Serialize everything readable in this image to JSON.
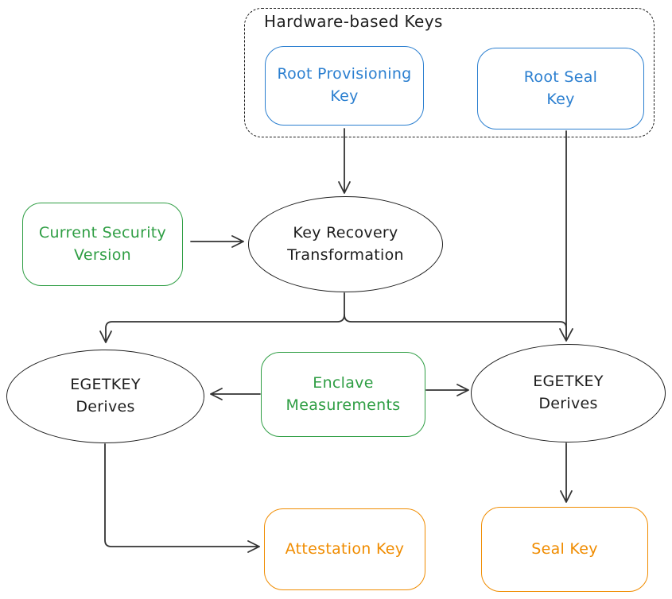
{
  "colors": {
    "blue": "#2b7fd0",
    "green": "#2f9e44",
    "orange": "#f08c00",
    "ink": "#1e1e1e",
    "arrow": "#333333",
    "background": "#ffffff"
  },
  "group": {
    "label": "Hardware-based Keys"
  },
  "nodes": {
    "root_provisioning_key": {
      "label": "Root Provisioning Key",
      "shape": "rounded-rect",
      "color": "blue"
    },
    "root_seal_key": {
      "label": "Root Seal Key",
      "shape": "rounded-rect",
      "color": "blue"
    },
    "current_security_version": {
      "label": "Current Security Version",
      "shape": "rounded-rect",
      "color": "green"
    },
    "key_recovery_transformation": {
      "label": "Key Recovery Transformation",
      "shape": "ellipse",
      "color": "ink"
    },
    "egetkey_left": {
      "label": "EGETKEY Derives",
      "shape": "ellipse",
      "color": "ink"
    },
    "enclave_measurements": {
      "label": "Enclave Measurements",
      "shape": "rounded-rect",
      "color": "green"
    },
    "egetkey_right": {
      "label": "EGETKEY Derives",
      "shape": "ellipse",
      "color": "ink"
    },
    "attestation_key": {
      "label": "Attestation Key",
      "shape": "rounded-rect",
      "color": "orange"
    },
    "seal_key": {
      "label": "Seal Key",
      "shape": "rounded-rect",
      "color": "orange"
    }
  },
  "edges": [
    {
      "from": "root_provisioning_key",
      "to": "key_recovery_transformation"
    },
    {
      "from": "root_seal_key",
      "to": "egetkey_right"
    },
    {
      "from": "current_security_version",
      "to": "key_recovery_transformation"
    },
    {
      "from": "key_recovery_transformation",
      "to": "egetkey_left"
    },
    {
      "from": "key_recovery_transformation",
      "to": "egetkey_right"
    },
    {
      "from": "enclave_measurements",
      "to": "egetkey_left"
    },
    {
      "from": "enclave_measurements",
      "to": "egetkey_right"
    },
    {
      "from": "egetkey_left",
      "to": "attestation_key"
    },
    {
      "from": "egetkey_right",
      "to": "seal_key"
    }
  ]
}
